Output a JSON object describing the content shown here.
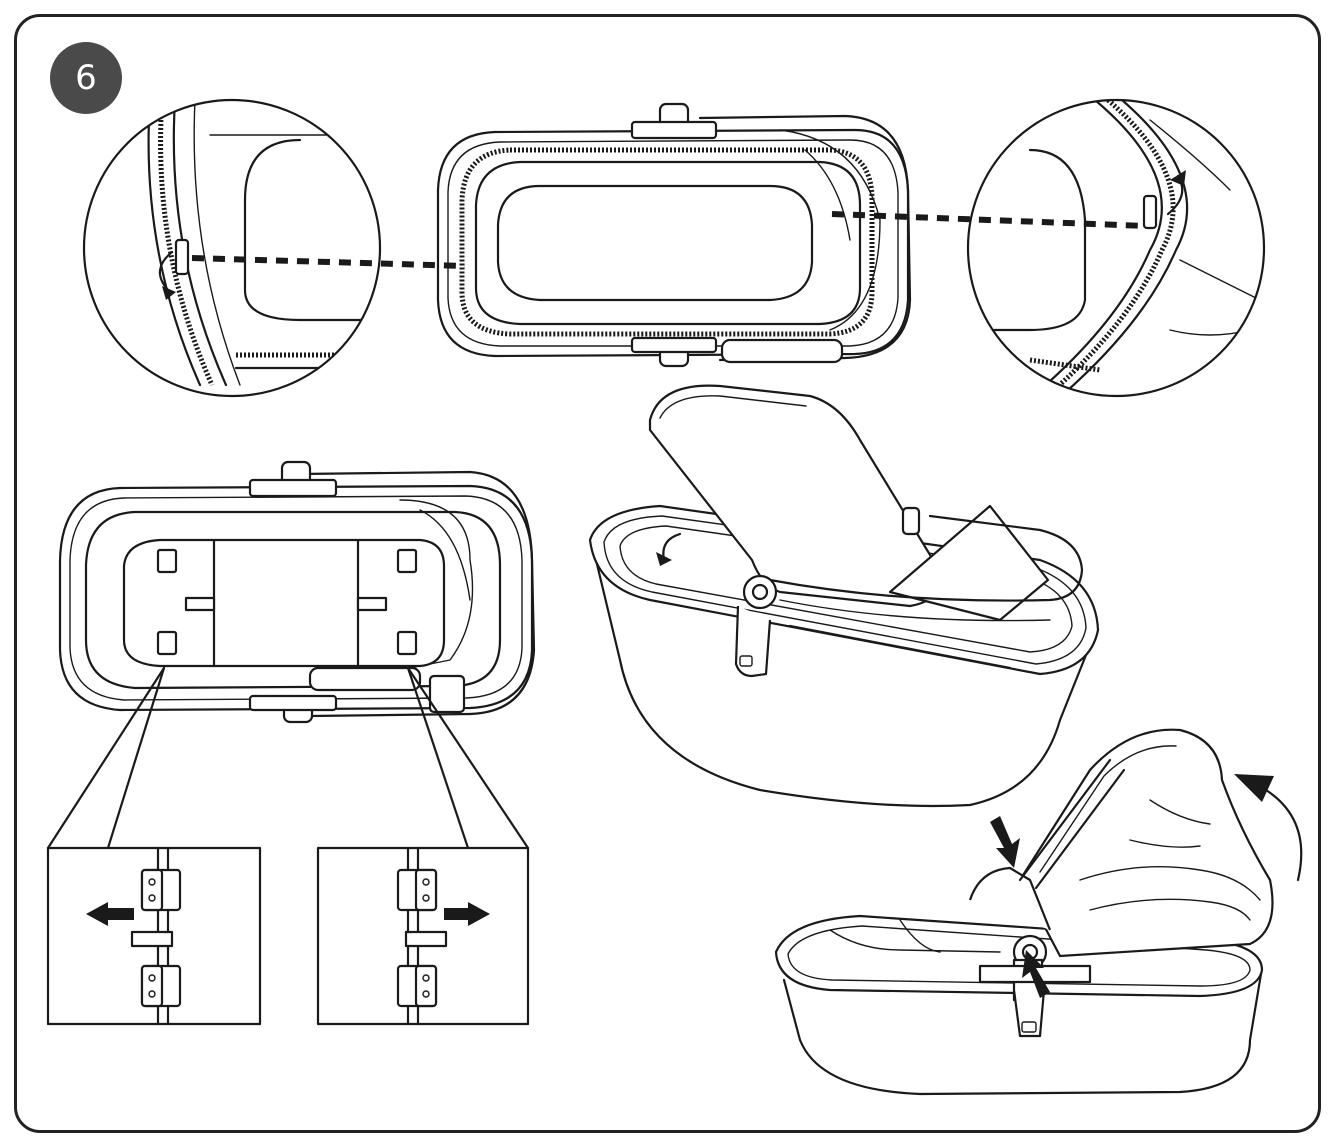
{
  "step": {
    "number": "6"
  },
  "icons": {
    "zipper-open-left": "curved-arrow",
    "zipper-open-right": "curved-arrow",
    "slide-left": "left-arrow",
    "slide-right": "right-arrow",
    "hood-lift": "curved-arrow",
    "press-points": "down-arrow"
  },
  "colors": {
    "badge": "#4a4a4a",
    "line": "#1a1a1a",
    "background": "#ffffff"
  }
}
